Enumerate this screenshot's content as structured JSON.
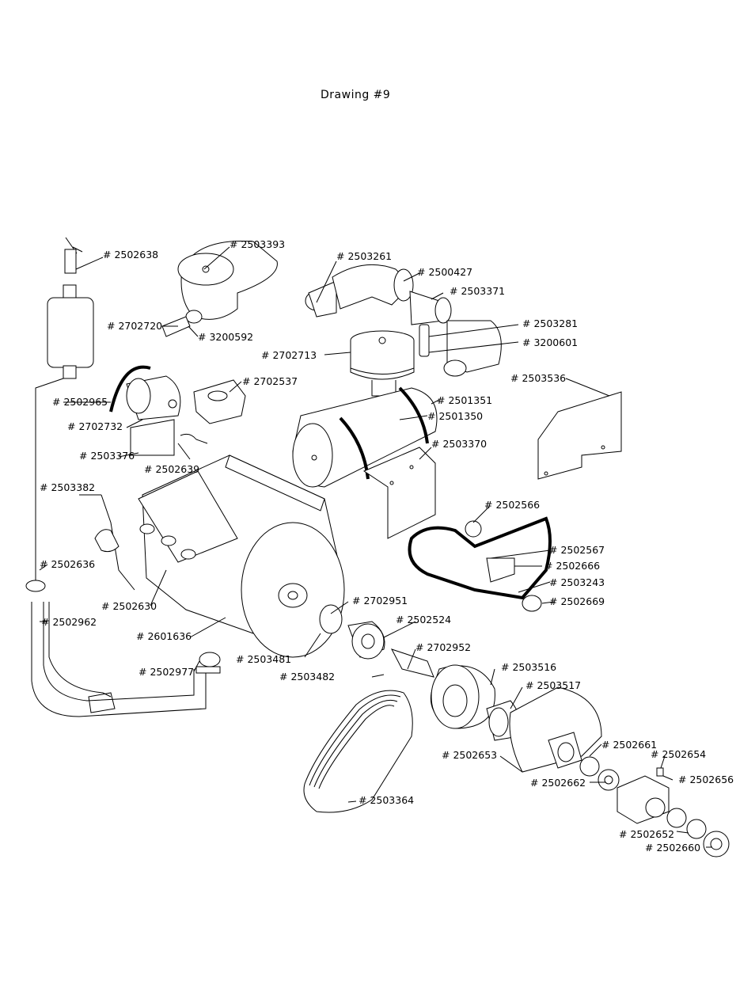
{
  "title": "Drawing  #9",
  "labels": [
    "2502638",
    "2503393",
    "2503261",
    "2500427",
    "2503371",
    "2702720",
    "3200592",
    "2503281",
    "3200601",
    "2702713",
    "2503536",
    "2702537",
    "2502965",
    "2501351",
    "2501350",
    "2702732",
    "2503376",
    "2502639",
    "2503370",
    "2503382",
    "2502566",
    "2502567",
    "2502666",
    "2502636",
    "2503243",
    "2502669",
    "2502630",
    "2702951",
    "2502962",
    "2502524",
    "2601636",
    "2503481",
    "2702952",
    "2502977",
    "2503482",
    "2503516",
    "2503517",
    "2502661",
    "2502654",
    "2502653",
    "2502656",
    "2502662",
    "2503364",
    "2502652",
    "2502660"
  ]
}
